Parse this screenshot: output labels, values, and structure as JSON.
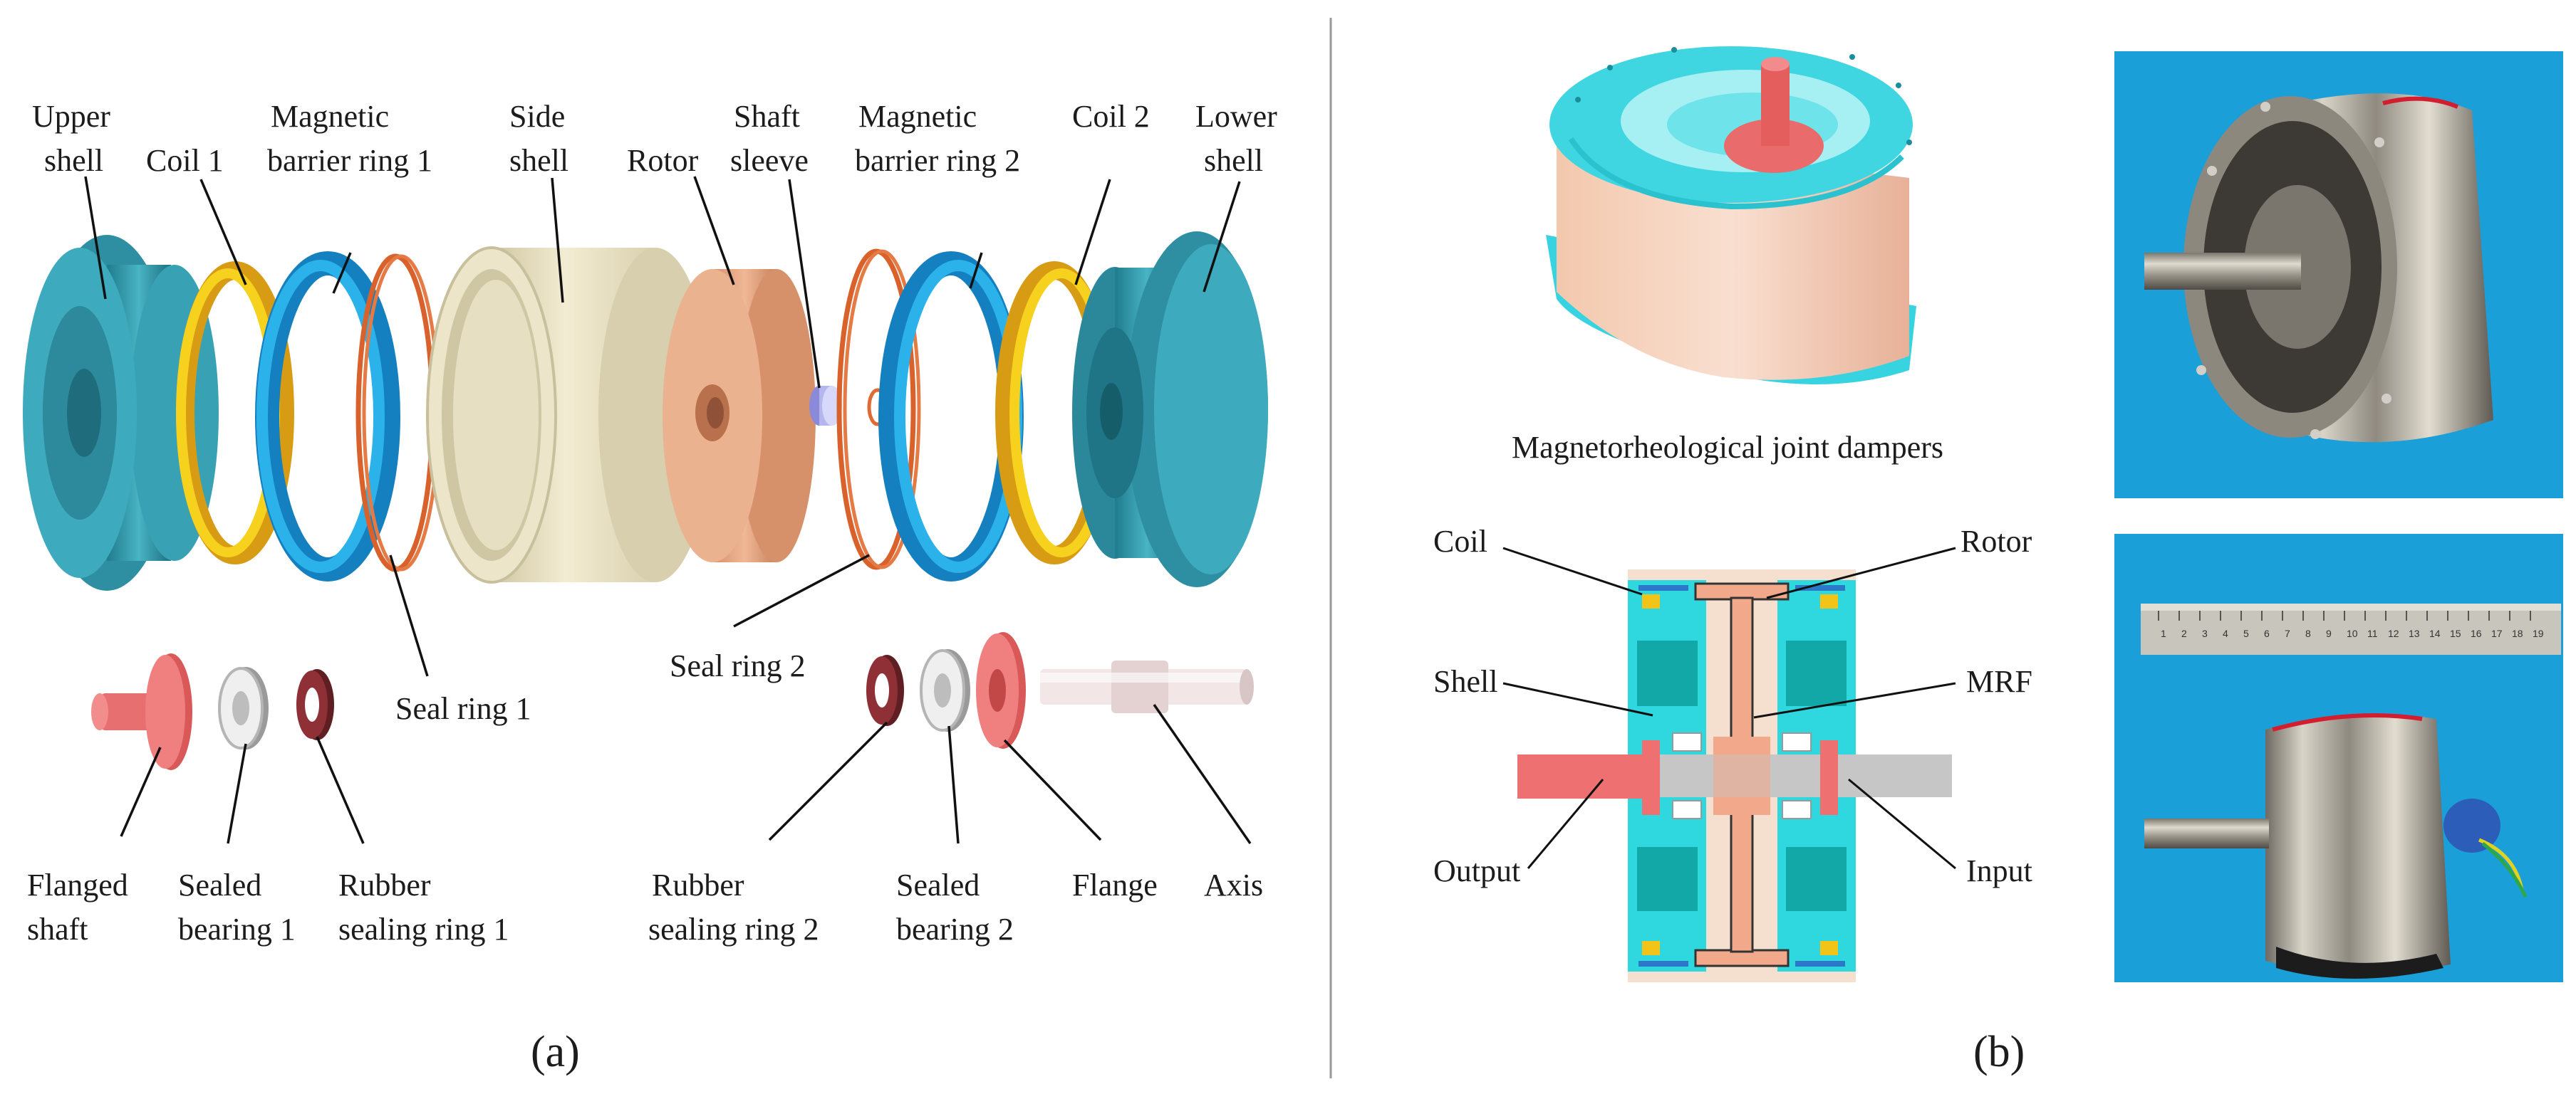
{
  "panel_a": {
    "caption": "(a)",
    "labels": {
      "upper_shell": [
        "Upper",
        "shell"
      ],
      "coil1": "Coil 1",
      "mag_ring1": [
        "Magnetic",
        "barrier ring 1"
      ],
      "side_shell": [
        "Side",
        "shell"
      ],
      "rotor": "Rotor",
      "shaft_sleeve": [
        "Shaft",
        "sleeve"
      ],
      "mag_ring2": [
        "Magnetic",
        "barrier ring 2"
      ],
      "coil2": "Coil 2",
      "lower_shell": [
        "Lower",
        "shell"
      ],
      "seal_ring1": "Seal ring 1",
      "seal_ring2": "Seal ring 2",
      "flanged_shaft": [
        "Flanged",
        "shaft"
      ],
      "sealed_bearing1": [
        "Sealed",
        "bearing 1"
      ],
      "rubber_ring1": [
        "Rubber",
        "sealing ring 1"
      ],
      "rubber_ring2": [
        "Rubber",
        "sealing ring 2"
      ],
      "sealed_bearing2": [
        "Sealed",
        "bearing 2"
      ],
      "flange": "Flange",
      "axis": "Axis"
    }
  },
  "panel_b": {
    "caption": "(b)",
    "render_caption": "Magnetorheological joint dampers",
    "labels": {
      "coil": "Coil",
      "rotor": "Rotor",
      "shell": "Shell",
      "mrf": "MRF",
      "output": "Output",
      "input": "Input"
    },
    "ruler_ticks": [
      "1",
      "2",
      "3",
      "4",
      "5",
      "6",
      "7",
      "8",
      "9",
      "10",
      "11",
      "12",
      "13",
      "14",
      "15",
      "16",
      "17",
      "18",
      "19"
    ]
  },
  "colors": {
    "shell_teal": "#3aa6b8",
    "coil_yellow": "#f2c418",
    "barrier_blue": "#1fa0dc",
    "seal_orange": "#e0703a",
    "side_shell_cream": "#e9e2c4",
    "rotor_peach": "#e8a784",
    "flange_pink": "#e96a6a",
    "rubber_red": "#8a2c30",
    "photo_bg_blue": "#1a9fd8",
    "section_cyan": "#2fd7df",
    "section_orange": "#f2a88b",
    "shaft_gray": "#c6c6c6"
  }
}
